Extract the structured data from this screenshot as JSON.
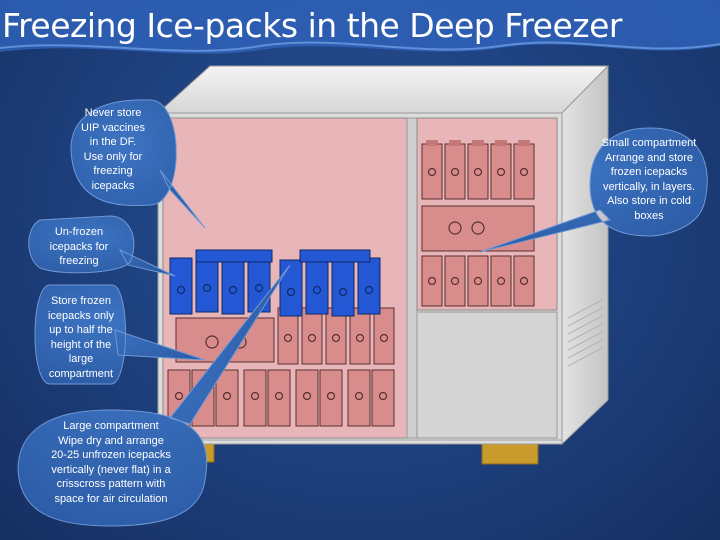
{
  "title": "Freezing Ice-packs in the Deep Freezer",
  "colors": {
    "background": "#1d3f7c",
    "callout": "#3569b5",
    "cabinet_interior": "#e8b6b8",
    "frozen_pack": "#d88c8c",
    "unfrozen_pack": "#2457d4",
    "cabinet_feet": "#c99a2c"
  },
  "callouts": {
    "never_store": [
      "Never store",
      "UIP vaccines",
      "in the DF.",
      "Use only for",
      "freezing",
      "icepacks"
    ],
    "unfrozen": [
      "Un-frozen",
      "icepacks for",
      "freezing"
    ],
    "store_frozen": [
      "Store frozen",
      "icepacks only",
      "up to half the",
      "height of the",
      "large",
      "compartment"
    ],
    "large_compartment": [
      "Large compartment",
      "Wipe dry and arrange",
      "20-25 unfrozen icepacks",
      "vertically (never flat) in a",
      "crisscross pattern with",
      "space for air circulation"
    ],
    "small_compartment": [
      "Small compartment",
      "Arrange and store",
      "frozen icepacks",
      "vertically, in layers.",
      "Also store in cold",
      "boxes"
    ]
  }
}
